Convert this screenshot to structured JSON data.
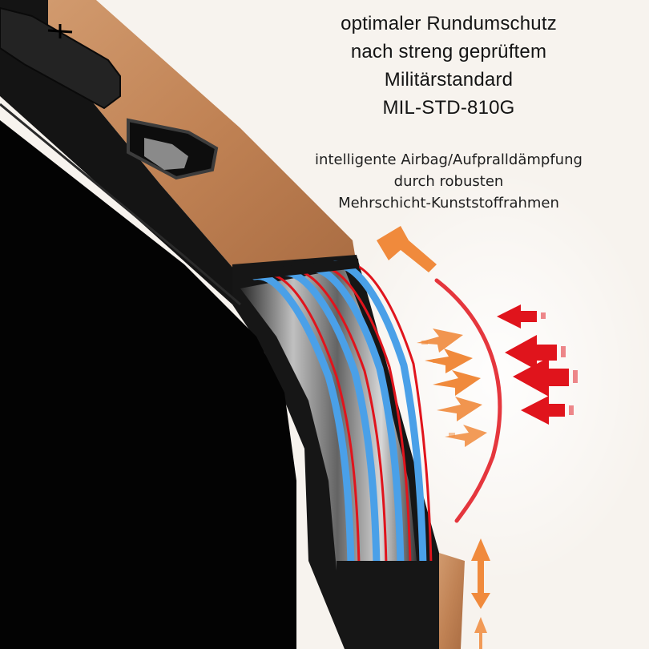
{
  "headline": {
    "lines": [
      "optimaler Rundumschutz",
      "nach streng geprüftem",
      "Militärstandard",
      "MIL-STD-810G"
    ]
  },
  "subline": {
    "lines": [
      "intelligente Airbag/Aufpralldämpfung",
      "durch robusten",
      "Mehrschicht-Kunststoffrahmen"
    ]
  },
  "colors": {
    "background": "#f7f3ee",
    "leather": "#c2865a",
    "frame": "#141414",
    "screen": "#030303",
    "impact_red": "#e0141c",
    "dispersion_orange": "#f08a3c",
    "layer_blue": "#4aa0e8"
  }
}
